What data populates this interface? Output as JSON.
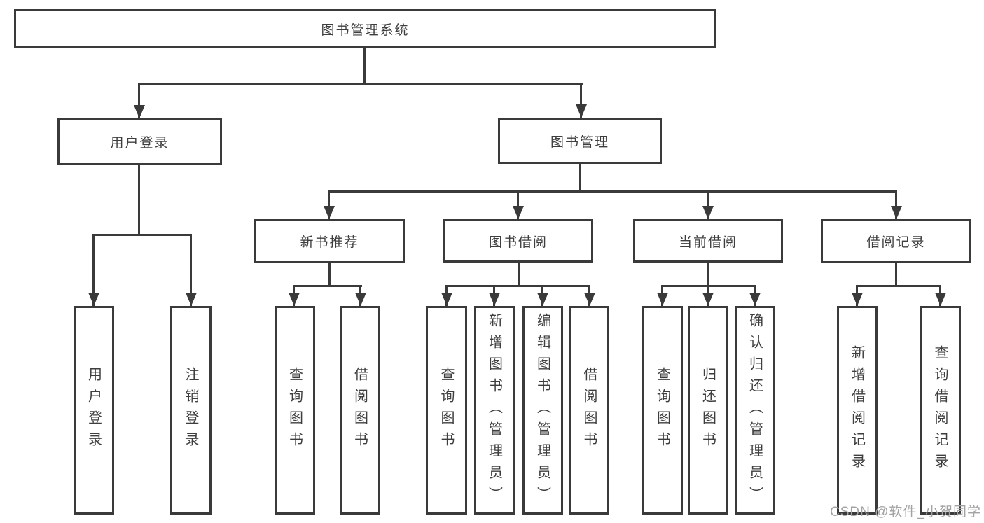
{
  "diagram": {
    "root": {
      "label": "图书管理系统"
    },
    "branches": [
      {
        "label": "用户登录",
        "leaves": [
          {
            "label": "用户登录"
          },
          {
            "label": "注销登录"
          }
        ]
      },
      {
        "label": "图书管理",
        "groups": [
          {
            "label": "新书推荐",
            "leaves": [
              {
                "label": "查询图书"
              },
              {
                "label": "借阅图书"
              }
            ]
          },
          {
            "label": "图书借阅",
            "leaves": [
              {
                "label": "查询图书"
              },
              {
                "label": "新增图书（管理员）"
              },
              {
                "label": "编辑图书（管理员）"
              },
              {
                "label": "借阅图书"
              }
            ]
          },
          {
            "label": "当前借阅",
            "leaves": [
              {
                "label": "查询图书"
              },
              {
                "label": "归还图书"
              },
              {
                "label": "确认归还（管理员）"
              }
            ]
          },
          {
            "label": "借阅记录",
            "leaves": [
              {
                "label": "新增借阅记录"
              },
              {
                "label": "查询借阅记录"
              }
            ]
          }
        ]
      }
    ],
    "watermark": "CSDN @软件_小贺同学",
    "colors": {
      "line": "#3a3a3a",
      "text": "#3e3e3e",
      "watermark": "#a3a3a3",
      "background": "#ffffff"
    }
  }
}
